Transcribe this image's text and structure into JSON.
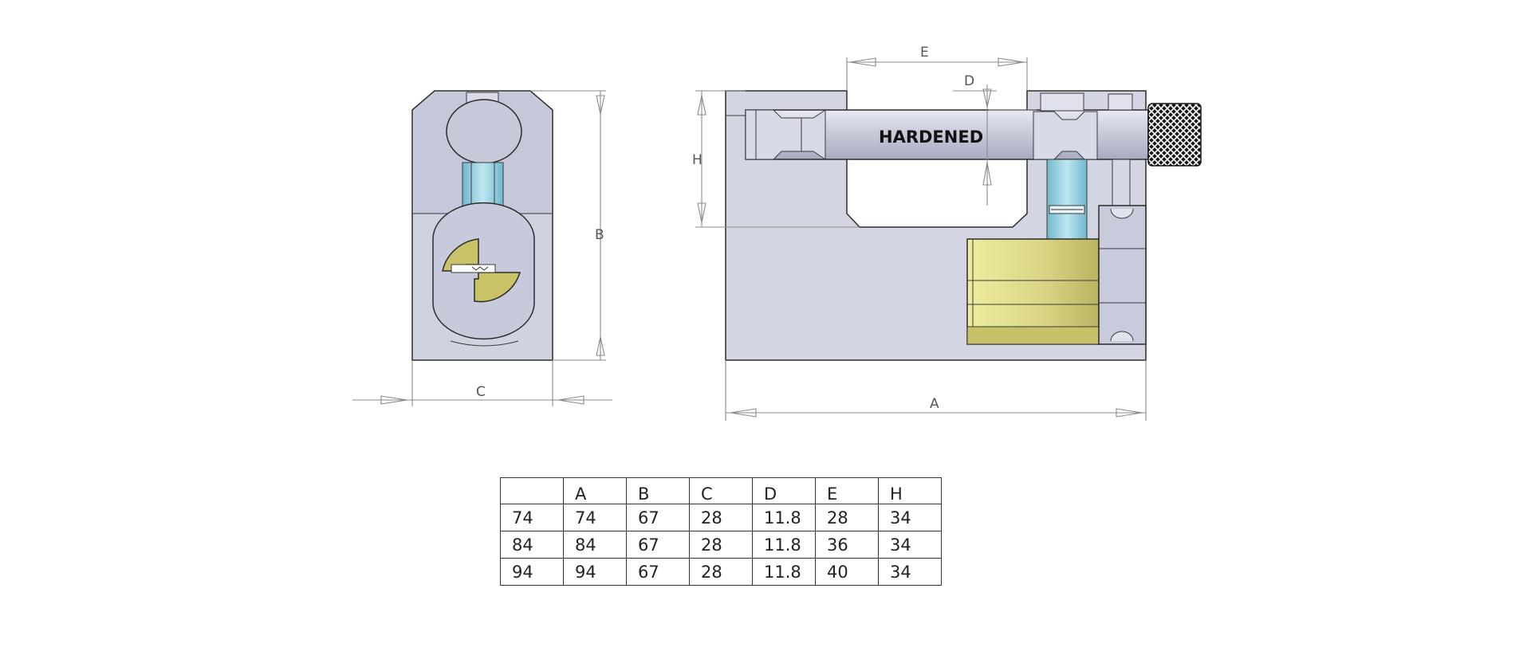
{
  "drawing": {
    "stamp_text": "HARDENED",
    "dimension_labels": {
      "A": "A",
      "B": "B",
      "C": "C",
      "D": "D",
      "E": "E",
      "H": "H"
    },
    "colors": {
      "body": "#cfd3e0",
      "body_dark": "#b3b7c9",
      "shackle": "#c4c6d6",
      "cylinder": "#d8d484",
      "key_blade": "#c9c368",
      "blue_pin": "#8fcadb",
      "knob": "#1c1c1c"
    },
    "icons": {
      "knurled_knob": "knurled-knob-icon",
      "keyway": "keyway-icon"
    }
  },
  "table": {
    "headers": [
      "",
      "A",
      "B",
      "C",
      "D",
      "E",
      "H"
    ],
    "rows": [
      [
        "74",
        "74",
        "67",
        "28",
        "11.8",
        "28",
        "34"
      ],
      [
        "84",
        "84",
        "67",
        "28",
        "11.8",
        "36",
        "34"
      ],
      [
        "94",
        "94",
        "67",
        "28",
        "11.8",
        "40",
        "34"
      ]
    ]
  }
}
